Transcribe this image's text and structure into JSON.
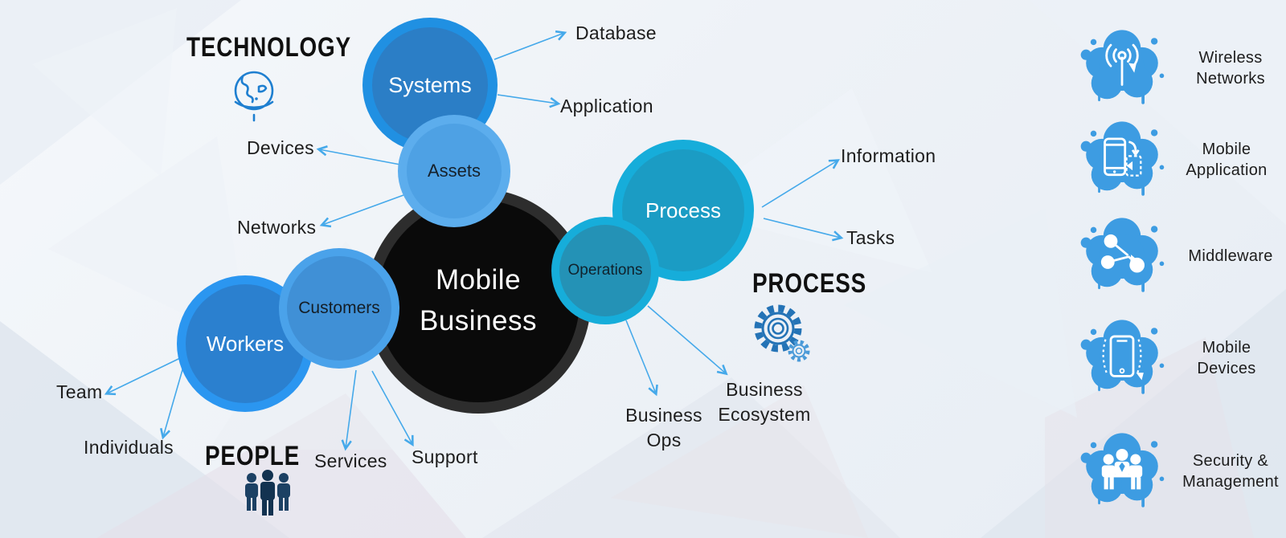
{
  "center_bubble": {
    "label": "Mobile Business"
  },
  "bubbles": {
    "systems": "Systems",
    "assets": "Assets",
    "process": "Process",
    "operations": "Operations",
    "customers": "Customers",
    "workers": "Workers"
  },
  "sections": {
    "technology": "TECHNOLOGY",
    "process": "PROCESS",
    "people": "PEOPLE"
  },
  "satellites": {
    "database": "Database",
    "application": "Application",
    "devices": "Devices",
    "networks": "Networks",
    "information": "Information",
    "tasks": "Tasks",
    "team": "Team",
    "individuals": "Individuals",
    "services": "Services",
    "support": "Support",
    "business_ops": "Business Ops",
    "business_ecosystem": "Business Ecosystem"
  },
  "legend": {
    "items": [
      {
        "icon": "wireless-networks-icon",
        "label": "Wireless Networks"
      },
      {
        "icon": "mobile-application-icon",
        "label": "Mobile Application"
      },
      {
        "icon": "middleware-icon",
        "label": "Middleware"
      },
      {
        "icon": "mobile-devices-icon",
        "label": "Mobile Devices"
      },
      {
        "icon": "security-management-icon",
        "label": "Security & Management"
      }
    ]
  },
  "colors": {
    "systems-outer": "#2090e2",
    "systems-inner": "#2b7ec6",
    "assets-outer": "#5caded",
    "assets-inner": "#4ea1e4",
    "process-outer": "#16adda",
    "process-inner": "#1b9cc4",
    "operations-outer": "#16adda",
    "operations-inner": "#2492b6",
    "customers-outer": "#4aa2ea",
    "customers-inner": "#4090d6",
    "workers-outer": "#2b96f0",
    "workers-inner": "#2b80cf",
    "center-ring": "#2d2d2d",
    "center-fill": "#0a0a0a",
    "arrow": "#45a9ea",
    "cloud": "#3d9ce2",
    "heading": "#101010",
    "label": "#1d1d1d",
    "globe-icon": "#1e7fd0",
    "gear-icon": "#2473b6",
    "gear-icon-small": "#4a9ad8",
    "people-icon": "#1c4164"
  }
}
